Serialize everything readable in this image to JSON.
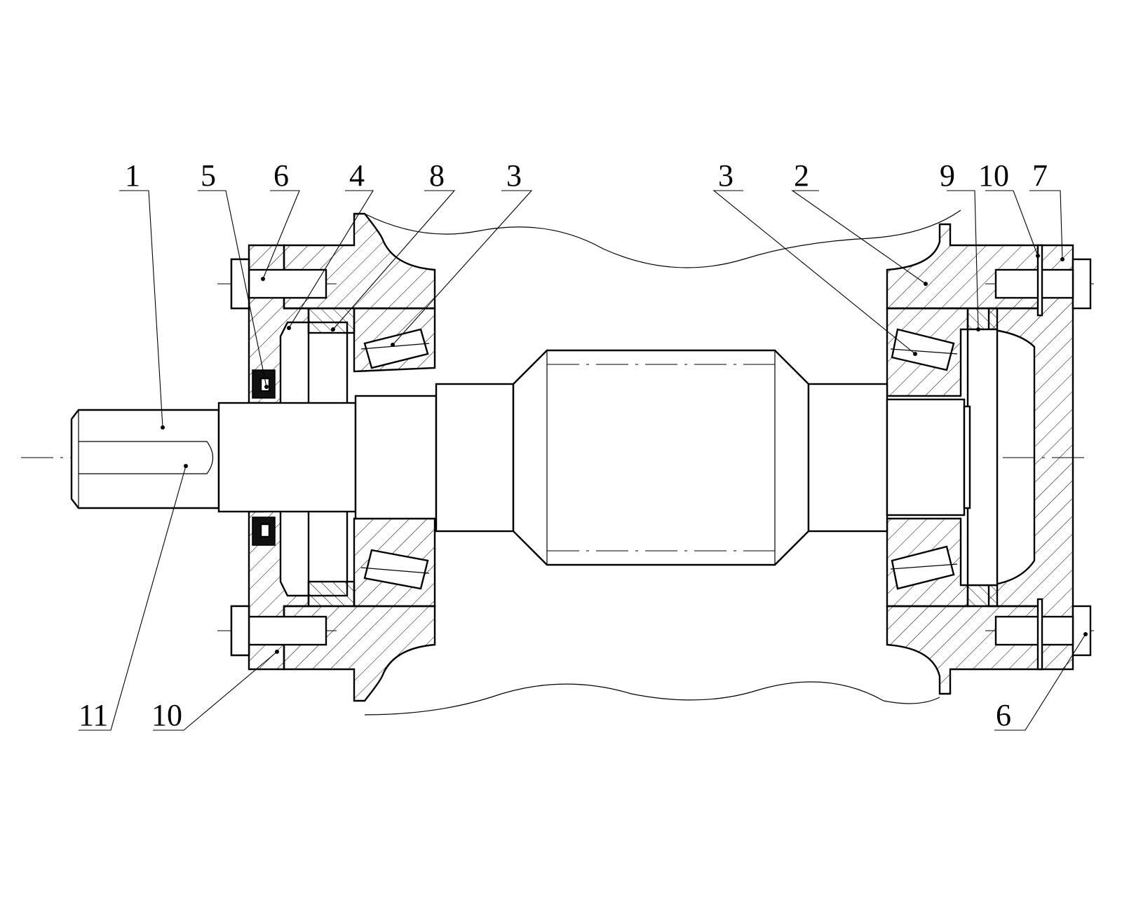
{
  "labels": {
    "top": [
      "1",
      "5",
      "6",
      "4",
      "8",
      "3",
      "3",
      "2",
      "9",
      "10",
      "7"
    ],
    "bottom": [
      "11",
      "10",
      "6"
    ]
  }
}
